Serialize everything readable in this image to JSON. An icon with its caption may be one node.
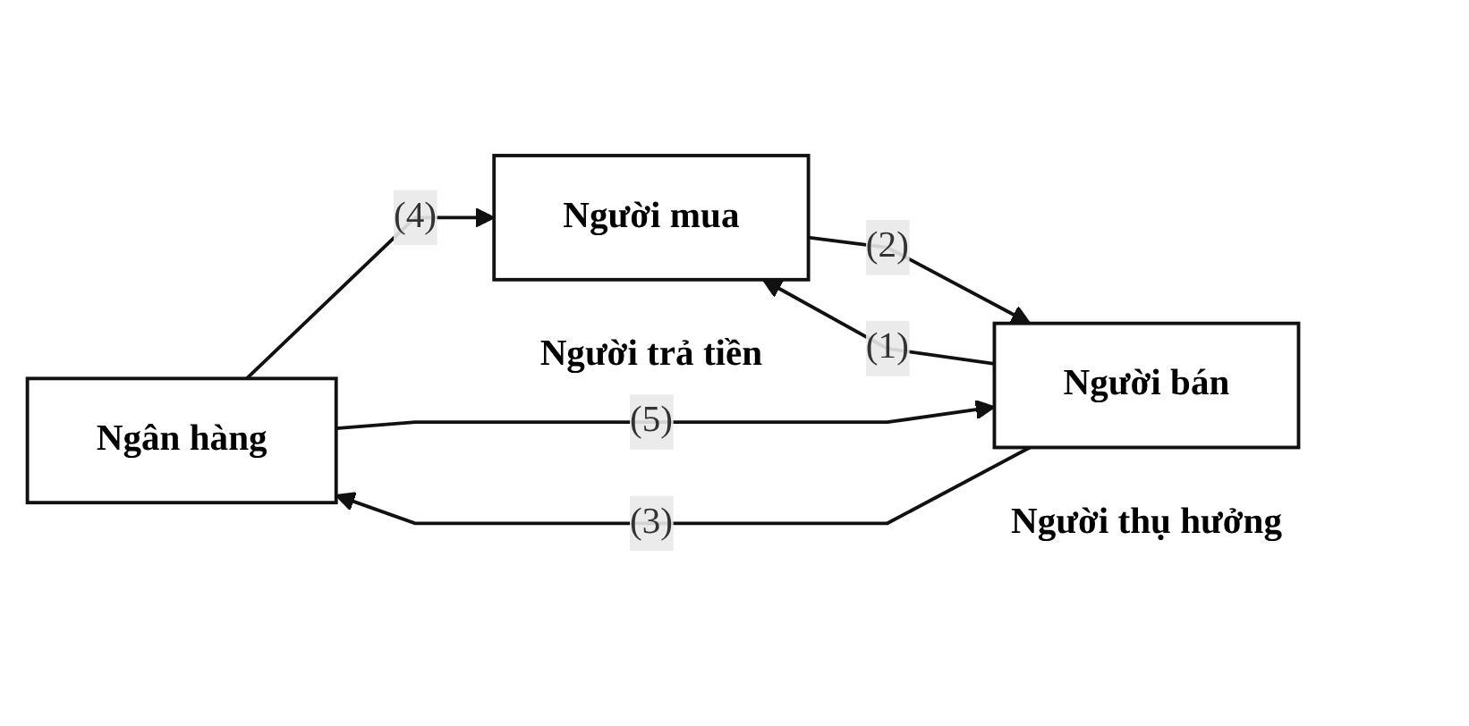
{
  "diagram": {
    "nodes": [
      {
        "text": [
          "Ngân hàng"
        ]
      },
      {
        "text": [
          "Người bán"
        ],
        "beside": [
          "Người thụ hưởng"
        ]
      },
      {
        "text": [
          "Người mua"
        ],
        "beside": [
          "Người trả tiền"
        ]
      }
    ],
    "edges": [
      {
        "from": 1,
        "to": 2,
        "arrow": "to",
        "label": "(1)"
      },
      {
        "from": 2,
        "to": 1,
        "arrow": "to",
        "label": "(2)"
      },
      {
        "from": 1,
        "to": 0,
        "arrow": "to",
        "label": "(3)"
      },
      {
        "from": 0,
        "to": 2,
        "arrow": "to",
        "label": "(4)"
      },
      {
        "from": 0,
        "to": 1,
        "arrow": "to",
        "label": "(5)"
      }
    ]
  }
}
